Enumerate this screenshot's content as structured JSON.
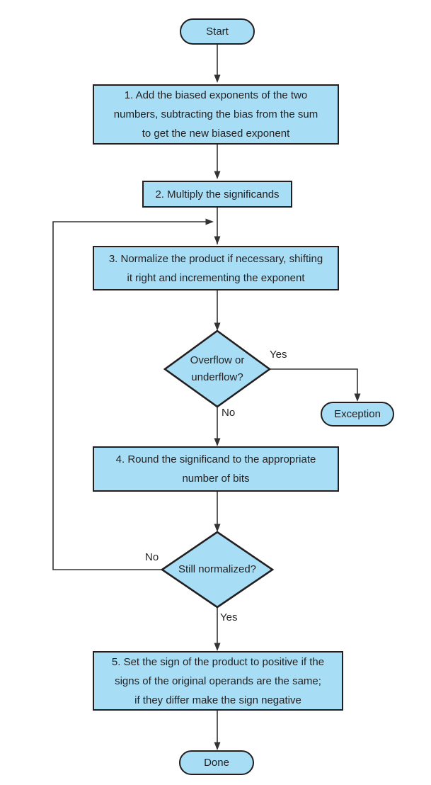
{
  "diagram": {
    "colors": {
      "background": "#ffffff",
      "node_fill": "#a8def5",
      "node_border": "#231f20",
      "connector": "#333333",
      "text": "#231f20"
    },
    "nodes": {
      "start": {
        "label": "Start"
      },
      "step1": {
        "lines": [
          "1.  Add the biased exponents of the two",
          "numbers, subtracting the bias from the sum",
          "to get the new biased exponent"
        ]
      },
      "step2": {
        "label": "2. Multiply the significands"
      },
      "step3": {
        "lines": [
          "3. Normalize the product if necessary, shifting",
          "it right and incrementing the exponent"
        ]
      },
      "overflow_decision": {
        "lines": [
          "Overflow or",
          "underflow?"
        ]
      },
      "exception": {
        "label": "Exception"
      },
      "step4": {
        "lines": [
          "4. Round the significand to the appropriate",
          "number of bits"
        ]
      },
      "normalized_decision": {
        "label": "Still normalized?"
      },
      "step5": {
        "lines": [
          "5. Set the sign of the product to positive if the",
          "signs of the original operands are the same;",
          "if they differ make the sign negative"
        ]
      },
      "done": {
        "label": "Done"
      }
    },
    "edge_labels": {
      "overflow_yes": "Yes",
      "overflow_no": "No",
      "normalized_no": "No",
      "normalized_yes": "Yes"
    }
  }
}
